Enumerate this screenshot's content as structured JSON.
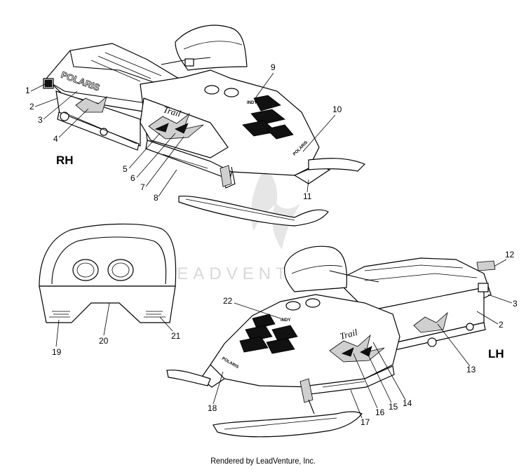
{
  "labels": {
    "rh": "RH",
    "lh": "LH",
    "watermark": "LEADVENTURE",
    "footer": "Rendered by LeadVenture, Inc.",
    "brand_rh": "POLARIS",
    "brand_lh": "POLARIS",
    "model_rh": "Trail",
    "model_lh": "Trail",
    "indy_rh": "INDY",
    "indy_lh": "INDY"
  },
  "callouts": {
    "c1": "1",
    "c2": "2",
    "c3": "3",
    "c4": "4",
    "c5": "5",
    "c6": "6",
    "c7": "7",
    "c8": "8",
    "c9": "9",
    "c10": "10",
    "c11": "11",
    "c12": "12",
    "c13": "13",
    "c14": "14",
    "c15": "15",
    "c16": "16",
    "c17": "17",
    "c18": "18",
    "c19": "19",
    "c20": "20",
    "c21": "21",
    "c22": "22",
    "c2b": "2",
    "c3b": "3"
  }
}
